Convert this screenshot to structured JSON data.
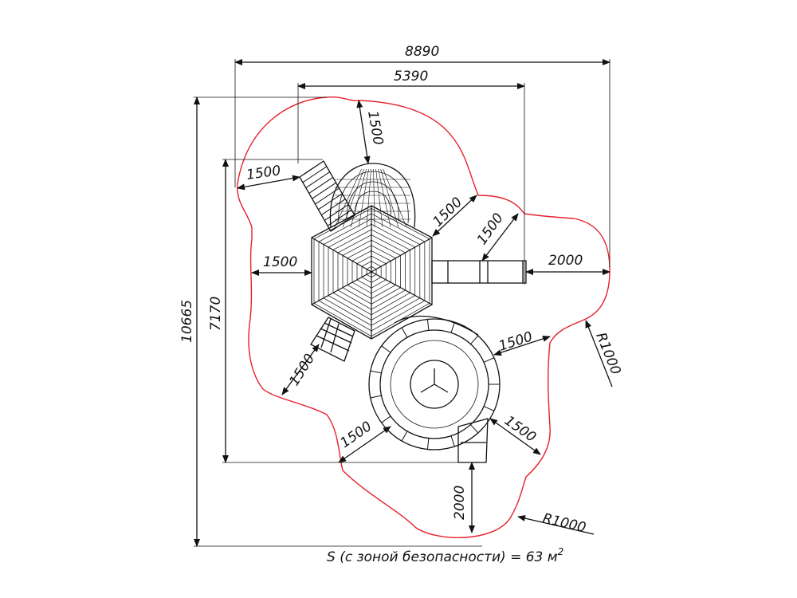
{
  "drawing": {
    "overall_width": "8890",
    "structure_width": "5390",
    "overall_height": "10665",
    "structure_height": "7170",
    "dim_top_clearance": "1500",
    "dim_stair_left": "1500",
    "dim_net_right": "1500",
    "dim_bridge_top": "1500",
    "dim_hex_left": "1500",
    "dim_bridge_end": "2000",
    "radius_right": "R1000",
    "dim_slide_right": "1500",
    "dim_lower_stair": "1500",
    "dim_slide_left": "1500",
    "dim_slide_lower_right": "1500",
    "dim_slide_exit": "2000",
    "radius_bottom": "R1000",
    "safety_color": "#e8202a"
  },
  "caption": {
    "text": "S (с зоной безопасности) = 63 м",
    "superscript": "2"
  }
}
